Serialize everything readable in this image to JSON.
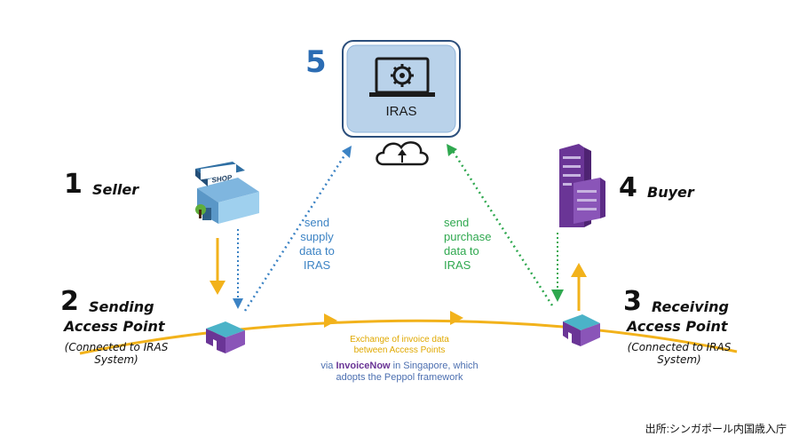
{
  "iras": {
    "number": "5",
    "label": "IRAS"
  },
  "seller": {
    "number": "1",
    "label": "Seller",
    "shop_sign": "SHOP"
  },
  "buyer": {
    "number": "4",
    "label": "Buyer"
  },
  "sending_ap": {
    "number": "2",
    "line1": "Sending",
    "line2": "Access Point",
    "note1": "(Connected to IRAS",
    "note2": "System)"
  },
  "receiving_ap": {
    "number": "3",
    "line1": "Receiving",
    "line2": "Access Point",
    "note1": "(Connected to IRAS",
    "note2": "System)"
  },
  "send_supply": [
    "send",
    "supply",
    "data to",
    "IRAS"
  ],
  "send_purchase": [
    "send",
    "purchase",
    "data to",
    "IRAS"
  ],
  "exchange": {
    "line1": "Exchange of invoice data",
    "line2": "between Access Points"
  },
  "via": {
    "prefix": "via ",
    "brand": "InvoiceNow",
    "suffix": " in Singapore, which",
    "line2": "adopts the Peppol framework"
  },
  "source": "出所:シンガポール内国歳入庁",
  "colors": {
    "blue": "#3c83c4",
    "green": "#2fa84f",
    "yellow": "#f2b21b",
    "purple": "#6a3596",
    "iras_box": "#b9d2ea"
  }
}
